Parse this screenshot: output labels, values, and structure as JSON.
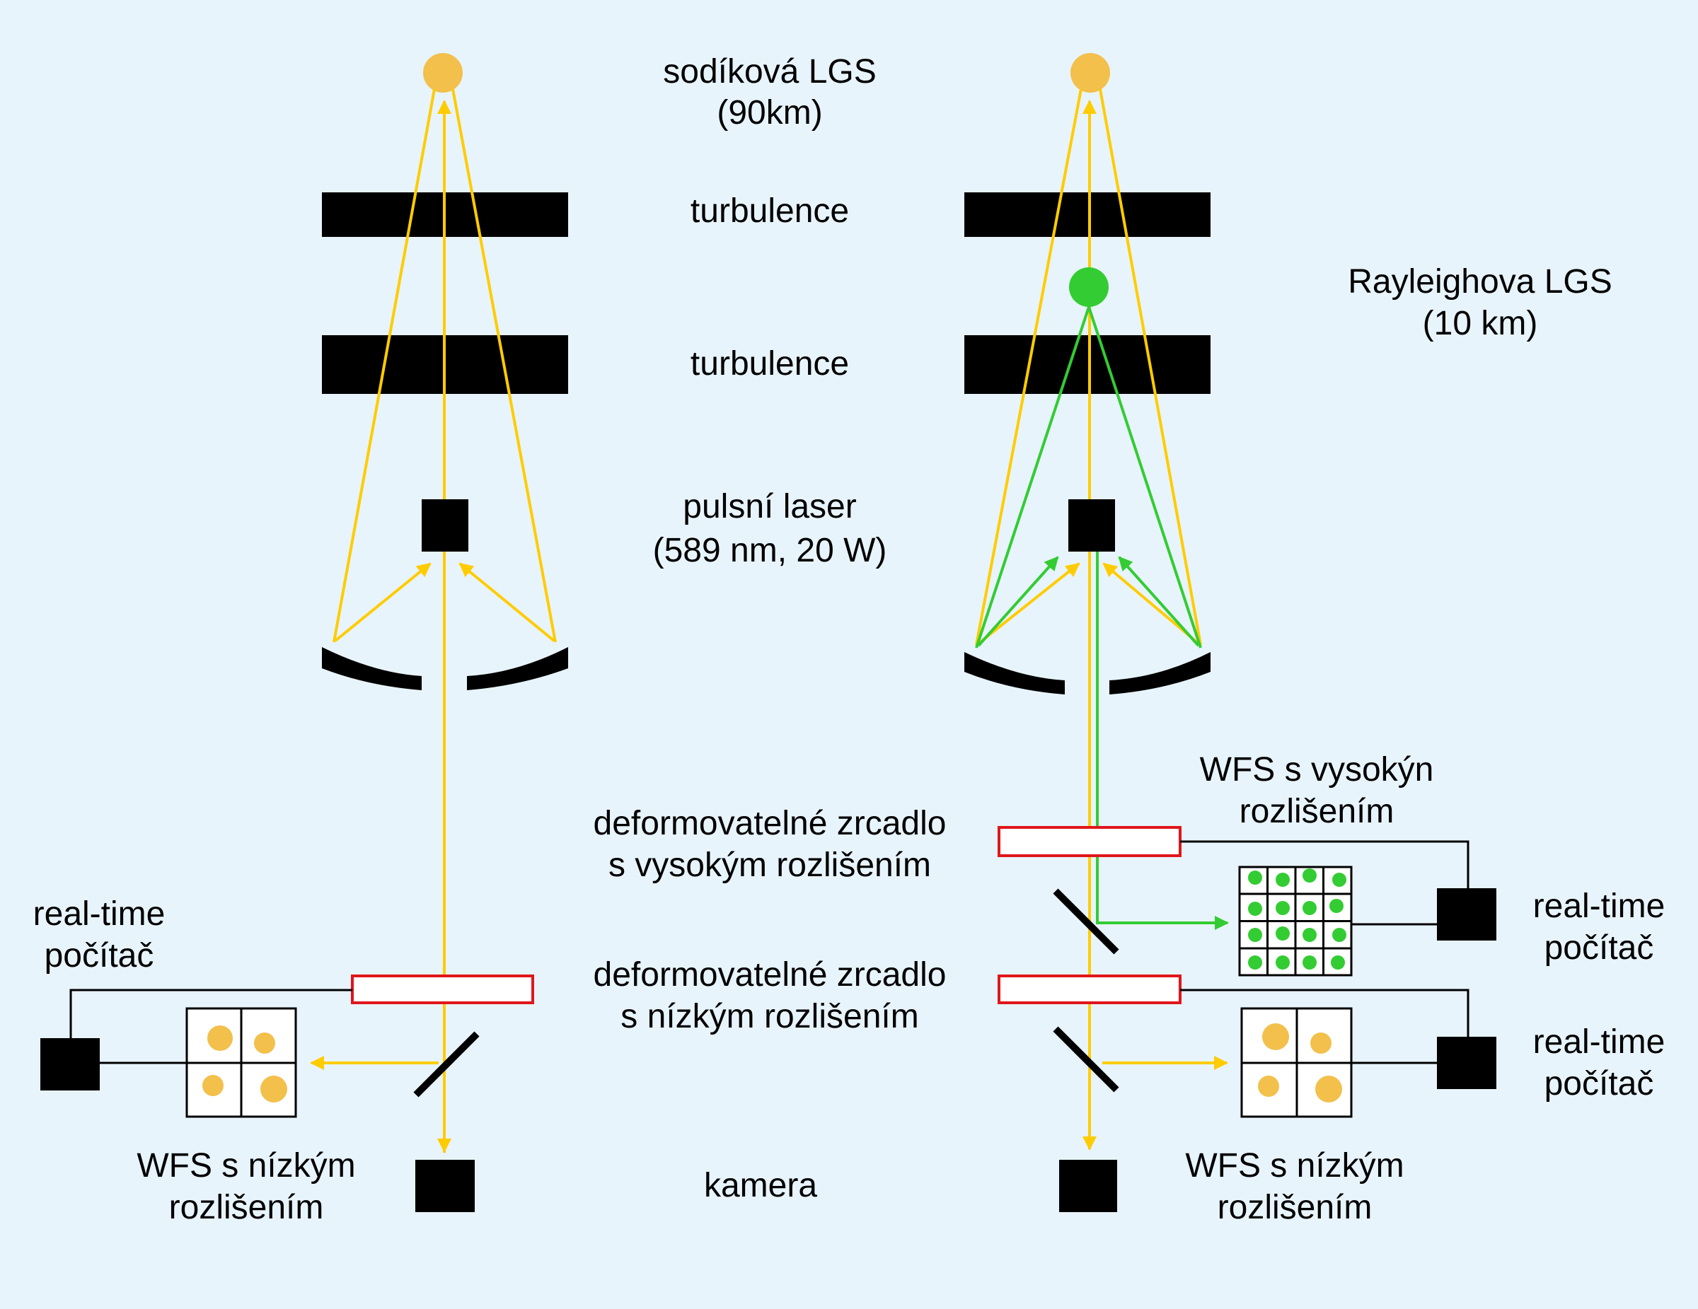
{
  "labels": {
    "sodium_lgs_line1": "sodíková LGS",
    "sodium_lgs_line2": "(90km)",
    "turbulence_upper": "turbulence",
    "turbulence_lower": "turbulence",
    "rayleigh_lgs_line1": "Rayleighova LGS",
    "rayleigh_lgs_line2": "(10 km)",
    "pulsed_laser_line1": "pulsní laser",
    "pulsed_laser_line2": "(589 nm, 20 W)",
    "dm_high_line1": "deformovatelné zrcadlo",
    "dm_high_line2": "s vysokým rozlišením",
    "dm_low_line1": "deformovatelné zrcadlo",
    "dm_low_line2": "s nízkým rozlišením",
    "wfs_high_line1": "WFS s vysokýn",
    "wfs_high_line2": "rozlišením",
    "rtc_left_line1": "real-time",
    "rtc_left_line2": "počítač",
    "rtc_right_top_line1": "real-time",
    "rtc_right_top_line2": "počítač",
    "rtc_right_bottom_line1": "real-time",
    "rtc_right_bottom_line2": "počítač",
    "wfs_low_left_line1": "WFS s nízkým",
    "wfs_low_left_line2": "rozlišením",
    "wfs_low_right_line1": "WFS s nízkým",
    "wfs_low_right_line2": "rozlišením",
    "camera": "kamera"
  },
  "colors": {
    "background": "#e8f4fb",
    "sodium_beam": "#ffcc00",
    "sodium_star": "#f2c04b",
    "rayleigh_beam": "#33cc33",
    "rayleigh_star": "#33cc33",
    "mirror_border": "#e0161b",
    "structure": "#000000"
  }
}
